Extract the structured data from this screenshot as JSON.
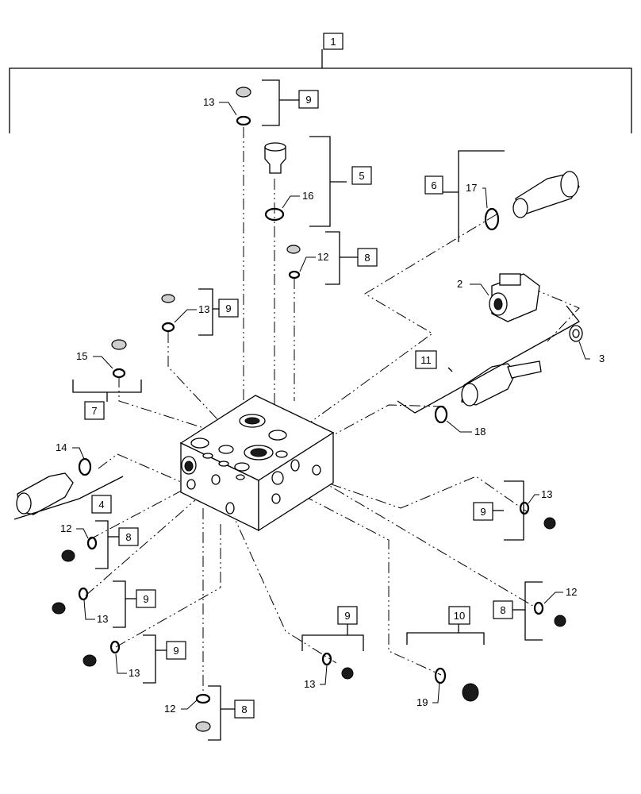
{
  "diagram": {
    "boxed_callouts": [
      {
        "id": "c1",
        "text": "1"
      },
      {
        "id": "c9a",
        "text": "9"
      },
      {
        "id": "c5",
        "text": "5"
      },
      {
        "id": "c6",
        "text": "6"
      },
      {
        "id": "c8a",
        "text": "8"
      },
      {
        "id": "c9b",
        "text": "9"
      },
      {
        "id": "c11",
        "text": "11"
      },
      {
        "id": "c7",
        "text": "7"
      },
      {
        "id": "c4",
        "text": "4"
      },
      {
        "id": "c9c",
        "text": "9"
      },
      {
        "id": "c8b",
        "text": "8"
      },
      {
        "id": "c9d",
        "text": "9"
      },
      {
        "id": "c9e",
        "text": "9"
      },
      {
        "id": "c9f",
        "text": "9"
      },
      {
        "id": "c10",
        "text": "10"
      },
      {
        "id": "c8c",
        "text": "8"
      },
      {
        "id": "c8d",
        "text": "8"
      }
    ],
    "plain_callouts": [
      {
        "id": "p13a",
        "text": "13"
      },
      {
        "id": "p17",
        "text": "17"
      },
      {
        "id": "p16",
        "text": "16"
      },
      {
        "id": "p12a",
        "text": "12"
      },
      {
        "id": "p2",
        "text": "2"
      },
      {
        "id": "p13b",
        "text": "13"
      },
      {
        "id": "p3",
        "text": "3"
      },
      {
        "id": "p15",
        "text": "15"
      },
      {
        "id": "p18",
        "text": "18"
      },
      {
        "id": "p14",
        "text": "14"
      },
      {
        "id": "p13c",
        "text": "13"
      },
      {
        "id": "p12b",
        "text": "12"
      },
      {
        "id": "p13d",
        "text": "13"
      },
      {
        "id": "p13e",
        "text": "13"
      },
      {
        "id": "p12c",
        "text": "12"
      },
      {
        "id": "p13f",
        "text": "13"
      },
      {
        "id": "p19",
        "text": "19"
      },
      {
        "id": "p12d",
        "text": "12"
      }
    ]
  }
}
